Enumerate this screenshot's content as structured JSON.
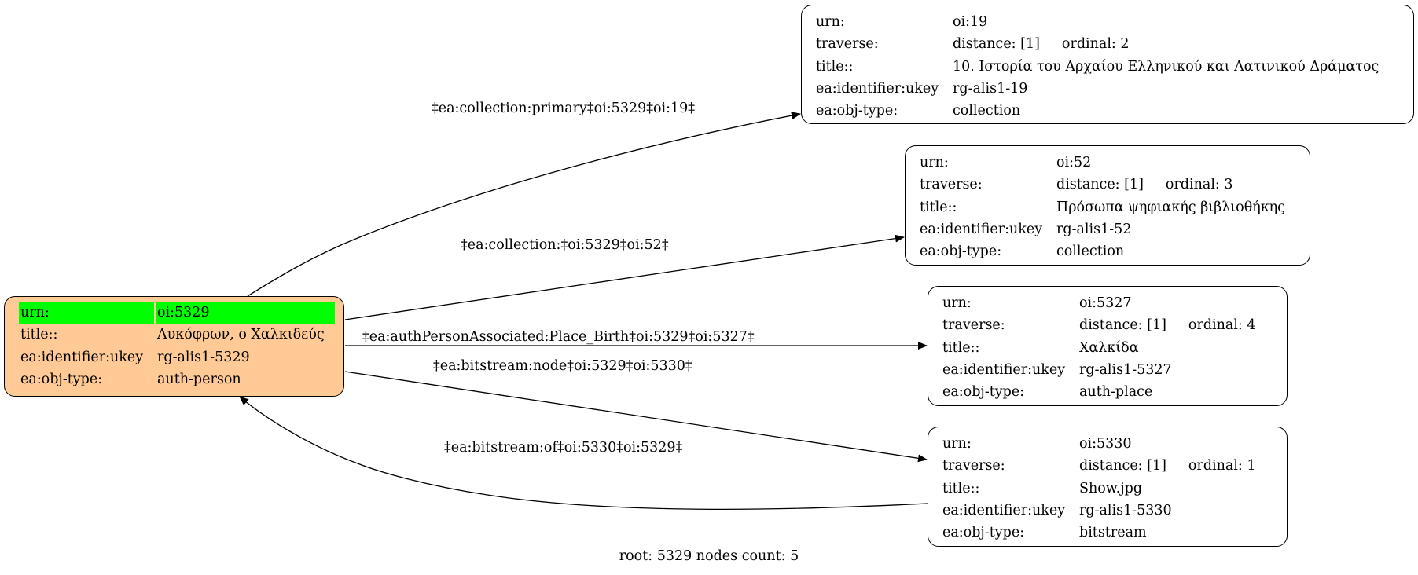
{
  "root_node": {
    "rows": [
      {
        "key": "urn:",
        "value": "oi:5329",
        "highlight": true
      },
      {
        "key": "title::",
        "value": "Λυκόφρων, ο Χαλκιδεύς"
      },
      {
        "key": "ea:identifier:ukey",
        "value": "rg-alis1-5329"
      },
      {
        "key": "ea:obj-type:",
        "value": "auth-person"
      }
    ]
  },
  "nodes": [
    {
      "urn_key": "urn:",
      "urn": "oi:19",
      "traverse_key": "traverse:",
      "distance": "distance: [1]",
      "ordinal": "ordinal: 2",
      "title_key": "title::",
      "title": "10. Ιστορία του Αρχαίου Ελληνικού και Λατινικού Δράματος",
      "ukey_key": "ea:identifier:ukey",
      "ukey": "rg-alis1-19",
      "type_key": "ea:obj-type:",
      "type": "collection"
    },
    {
      "urn_key": "urn:",
      "urn": "oi:52",
      "traverse_key": "traverse:",
      "distance": "distance: [1]",
      "ordinal": "ordinal: 3",
      "title_key": "title::",
      "title": "Πρόσωπα ψηφιακής βιβλιοθήκης",
      "ukey_key": "ea:identifier:ukey",
      "ukey": "rg-alis1-52",
      "type_key": "ea:obj-type:",
      "type": "collection"
    },
    {
      "urn_key": "urn:",
      "urn": "oi:5327",
      "traverse_key": "traverse:",
      "distance": "distance: [1]",
      "ordinal": "ordinal: 4",
      "title_key": "title::",
      "title": "Χαλκίδα",
      "ukey_key": "ea:identifier:ukey",
      "ukey": "rg-alis1-5327",
      "type_key": "ea:obj-type:",
      "type": "auth-place"
    },
    {
      "urn_key": "urn:",
      "urn": "oi:5330",
      "traverse_key": "traverse:",
      "distance": "distance: [1]",
      "ordinal": "ordinal: 1",
      "title_key": "title::",
      "title": "Show.jpg",
      "ukey_key": "ea:identifier:ukey",
      "ukey": "rg-alis1-5330",
      "type_key": "ea:obj-type:",
      "type": "bitstream"
    }
  ],
  "edges": [
    {
      "label": "‡ea:collection:primary‡oi:5329‡oi:19‡"
    },
    {
      "label": "‡ea:collection:‡oi:5329‡oi:52‡"
    },
    {
      "label": "‡ea:authPersonAssociated:Place_Birth‡oi:5329‡oi:5327‡"
    },
    {
      "label": "‡ea:bitstream:node‡oi:5329‡oi:5330‡"
    },
    {
      "label": "‡ea:bitstream:of‡oi:5330‡oi:5329‡"
    }
  ],
  "footer": "root: 5329 nodes count: 5",
  "colors": {
    "root_fill": "#ffca95",
    "highlight": "#00ff00",
    "stroke": "#000000"
  }
}
